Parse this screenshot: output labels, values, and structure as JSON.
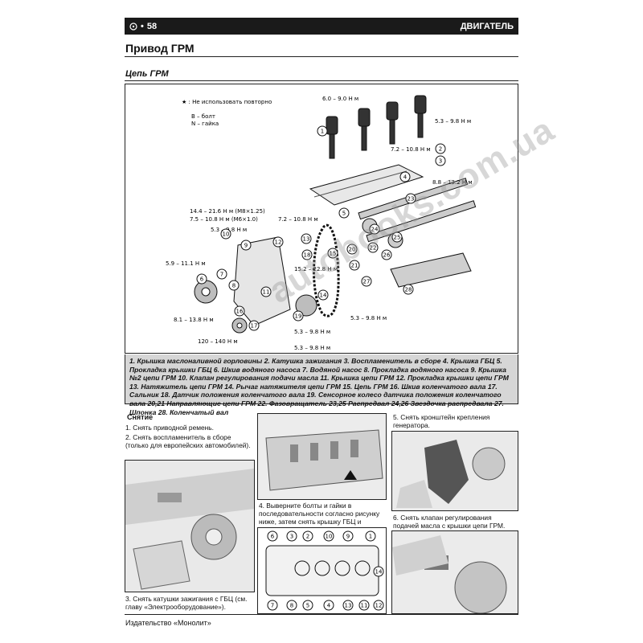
{
  "header": {
    "page_number": "58",
    "section": "ДВИГАТЕЛЬ"
  },
  "title": "Привод ГРМ",
  "subtitle": "Цепь ГРМ",
  "diagram": {
    "key_star": "★ : Не использовать повторно",
    "key_b": "B – болт",
    "key_n": "N – гайка",
    "torques": [
      "6.0 – 9.0 Н м",
      "5.3 – 9.8 Н м",
      "7.2 – 10.8 Н м",
      "8.8 – 13.2 Н м",
      "14.4 – 21.6 Н м (M8×1.25)",
      "7.5 – 10.8 Н м (M6×1.0)",
      "7.2 – 10.8 Н м",
      "5.3 – 9.8 Н м",
      "15.2 – 22.8 Н м",
      "5.9 – 11.1 Н м",
      "5.3 – 9.8 Н м",
      "8.1 – 13.8 Н м",
      "5.3 – 9.8 Н м",
      "5.3 – 9.8 Н м",
      "120 – 140 Н м"
    ],
    "callouts": [
      "1",
      "2",
      "3",
      "4",
      "5",
      "6",
      "7",
      "8",
      "9",
      "10",
      "11",
      "12",
      "13",
      "14",
      "15",
      "16",
      "17",
      "18",
      "19",
      "20",
      "21",
      "22",
      "23",
      "24",
      "25",
      "26",
      "27",
      "28"
    ]
  },
  "legend_text": "1. Крышка маслоналивной горловины 2. Катушка зажигания 3. Воспламенитель в сборе 4. Крышка ГБЦ 5. Прокладка крышки ГБЦ 6. Шкив водяного насоса 7. Водяной насос 8. Прокладка водяного насоса 9. Крышка №2 цепи ГРМ 10. Клапан регулирования подачи масла 11. Крышка цепи ГРМ 12. Прокладка крышки цепи ГРМ 13. Натяжитель цепи ГРМ 14. Рычаг натяжителя цепи ГРМ 15. Цепь ГРМ 16. Шкив коленчатого вала 17. Сальник 18. Датчик положения коленчатого вала 19. Сенсорное колесо датчика положения коленчатого вала 20,21 Направляющие цепи ГРМ 22. Фазовращатель 23,25 Распредвал 24,26 Звездочка распредвала 27. Шпонка 28. Коленчатый вал",
  "removal_heading": "Снятие",
  "steps": {
    "s1": "1. Снять приводной ремень.",
    "s2": "2. Снять воспламенитель в сборе (только для европейских автомобилей).",
    "s3": "3. Снять катушки зажигания с ГБЦ (см. главу «Электрооборудование»).",
    "s4": "4. Выверните болты и гайки в последовательности согласно рисунку ниже, затем снять крышку ГБЦ и прокладку.",
    "s5": "5. Снять кронштейн крепления генератора.",
    "s6": "6. Снять клапан регулирования подачей масла с крышки цепи ГРМ."
  },
  "sequence_numbers": [
    "6",
    "3",
    "10",
    "9",
    "2",
    "1",
    "7",
    "8",
    "5",
    "4",
    "13",
    "11",
    "12",
    "14"
  ],
  "footer": "Издательство «Монолит»",
  "watermark": "autobooks.com.ua"
}
